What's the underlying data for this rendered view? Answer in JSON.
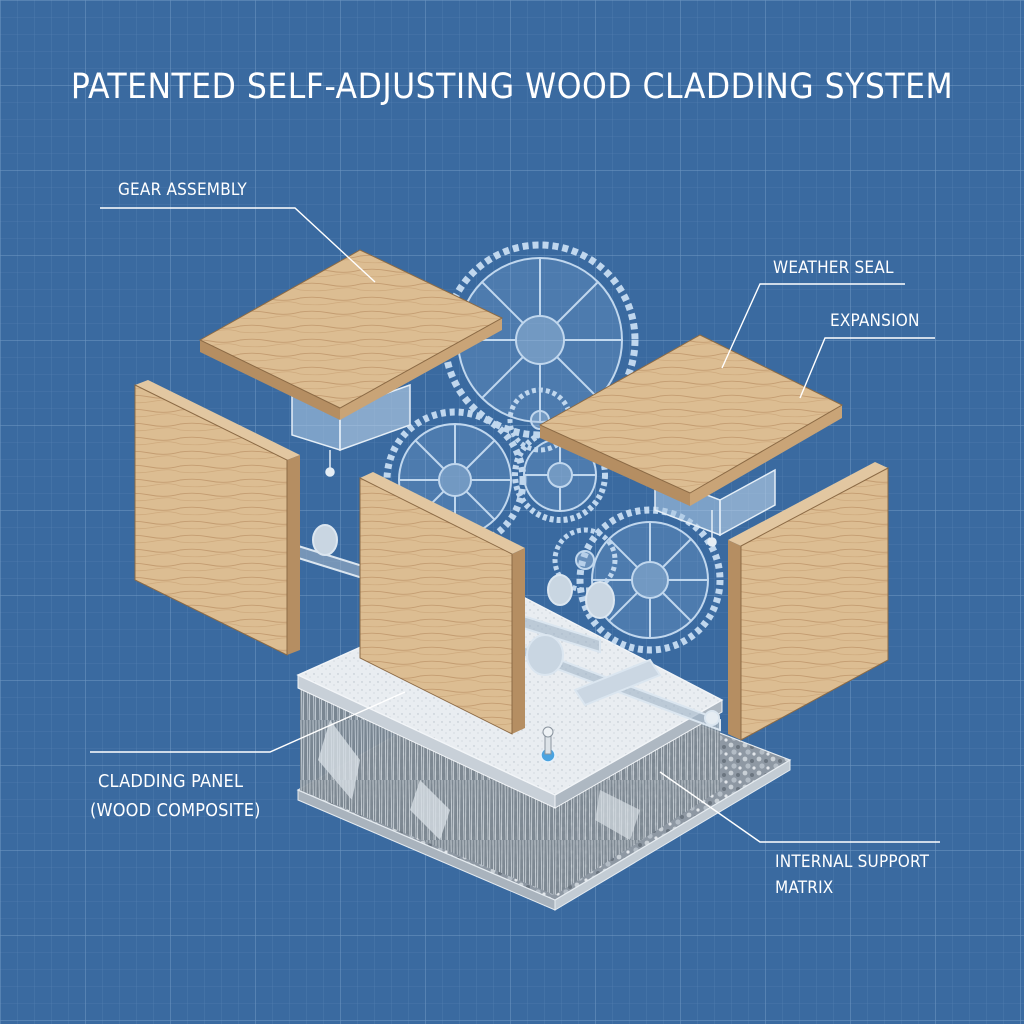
{
  "title": "PATENTED SELF-ADJUSTING WOOD CLADDING SYSTEM",
  "labels": {
    "gear_assembly": "GEAR ASSEMBLY",
    "weather_seal": "WEATHER SEAL",
    "expansion": "EXPANSION",
    "cladding_panel_line1": "CLADDING PANEL",
    "cladding_panel_line2": "(WOOD COMPOSITE)",
    "internal_support_line1": "INTERNAL SUPPORT",
    "internal_support_line2": "MATRIX"
  },
  "colors": {
    "background": "#3a6aa0",
    "grid": "#6f97c4",
    "wood": "#d9b98e",
    "gear_stroke": "#cfe3f7",
    "label_text": "#ffffff"
  }
}
